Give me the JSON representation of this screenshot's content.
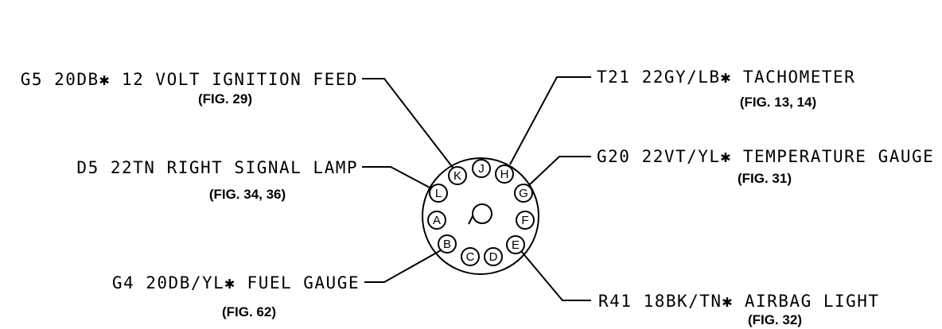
{
  "callouts": [
    {
      "id": "k",
      "wire": "G5 20DB✱ 12 VOLT IGNITION FEED",
      "fig": "(FIG. 29)"
    },
    {
      "id": "l",
      "wire": "D5 22TN RIGHT SIGNAL LAMP",
      "fig": "(FIG. 34, 36)"
    },
    {
      "id": "b",
      "wire": "G4 20DB/YL✱ FUEL GAUGE",
      "fig": "(FIG. 62)"
    },
    {
      "id": "h",
      "wire": "T21 22GY/LB✱ TACHOMETER",
      "fig": "(FIG. 13, 14)"
    },
    {
      "id": "g",
      "wire": "G20 22VT/YL✱ TEMPERATURE GAUGE",
      "fig": "(FIG. 31)"
    },
    {
      "id": "e",
      "wire": "R41 18BK/TN✱ AIRBAG LIGHT",
      "fig": "(FIG. 32)"
    }
  ],
  "pins": [
    "A",
    "B",
    "C",
    "D",
    "E",
    "F",
    "G",
    "H",
    "J",
    "K",
    "L"
  ]
}
